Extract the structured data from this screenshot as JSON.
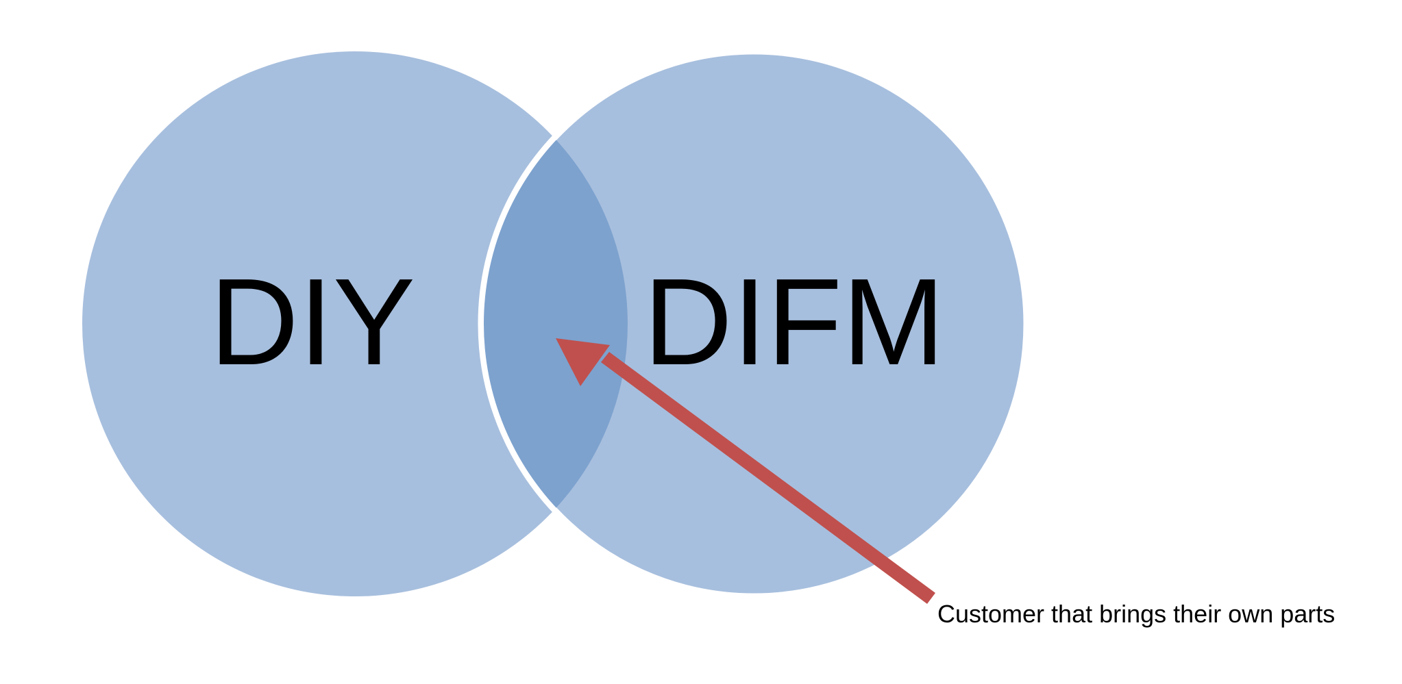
{
  "diagram": {
    "type": "venn",
    "sets": [
      {
        "label": "DIY"
      },
      {
        "label": "DIFM"
      }
    ],
    "callout": {
      "text": "Customer that brings their own parts",
      "target": "intersection"
    },
    "colors": {
      "circle_fill": "#A7BFDE",
      "intersection_fill": "#7DA2CE",
      "separator": "#FFFFFF",
      "arrow": "#C0504D",
      "text": "#000000"
    }
  }
}
